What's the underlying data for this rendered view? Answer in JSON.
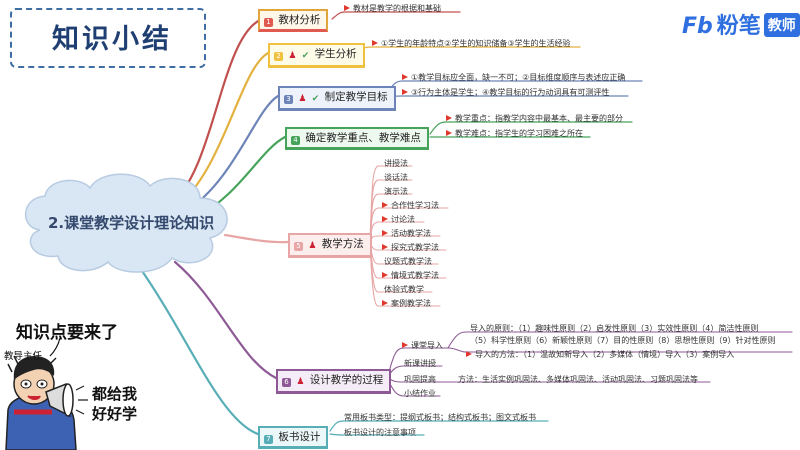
{
  "title": "知识小结",
  "brand": {
    "fb": "Fb",
    "name": "粉笔",
    "badge": "教师"
  },
  "center": "2.课堂教学设计理论知识",
  "speech": "知识点要来了",
  "teacher_label": "教导主任",
  "shout": [
    "都给我",
    "好好学"
  ],
  "branches": [
    {
      "label": "教材分析",
      "leaves": [
        "教材是教学的根据和基础"
      ]
    },
    {
      "label": "学生分析",
      "leaves": [
        "①学生的年龄特点②学生的知识储备③学生的生活经验"
      ]
    },
    {
      "label": "制定教学目标",
      "leaves": [
        "①教学目标应全面，缺一不可；②目标维度顺序与表述应正确",
        "③行为主体是学生；④教学目标的行为动词具有可测评性"
      ]
    },
    {
      "label": "确定教学重点、教学难点",
      "leaves": [
        "教学重点：指教学内容中最基本、最主要的部分",
        "教学难点：指学生的学习困难之所在"
      ]
    },
    {
      "label": "教学方法",
      "leaves": [
        "讲授法",
        "谈话法",
        "演示法",
        "合作性学习法",
        "讨论法",
        "活动教学法",
        "探究式教学法",
        "议题式教学法",
        "情境式教学法",
        "体验式教学",
        "案例教学法"
      ]
    },
    {
      "label": "设计教学的过程",
      "children": [
        {
          "label": "课堂导入",
          "leaves": [
            "导入的原则：（1）趣味性原则（2）启发性原则（3）实效性原则（4）简洁性原则",
            "（5）科学性原则（6）新颖性原则（7）目的性原则（8）思想性原则（9）针对性原则",
            "导入的方法：（1）温故知新导入（2）多媒体（情境）导入（3）案例导入"
          ]
        },
        {
          "label": "新课讲授"
        },
        {
          "label": "巩固提高",
          "leaves": [
            "方法：生活实例巩固法、多媒体巩固法、活动巩固法、习题巩固法等"
          ]
        },
        {
          "label": "小结作业"
        }
      ]
    },
    {
      "label": "板书设计",
      "leaves": [
        "常用板书类型：提纲式板书；结构式板书；图文式板书",
        "板书设计的注意事项"
      ]
    }
  ],
  "colors": {
    "title_border": "#3f6ea5",
    "title_text": "#1f3f73",
    "brand": "#2f6fe0",
    "cloud": "#d9e6f3",
    "flag": "#e0382c",
    "link": "#8a3f3f"
  }
}
